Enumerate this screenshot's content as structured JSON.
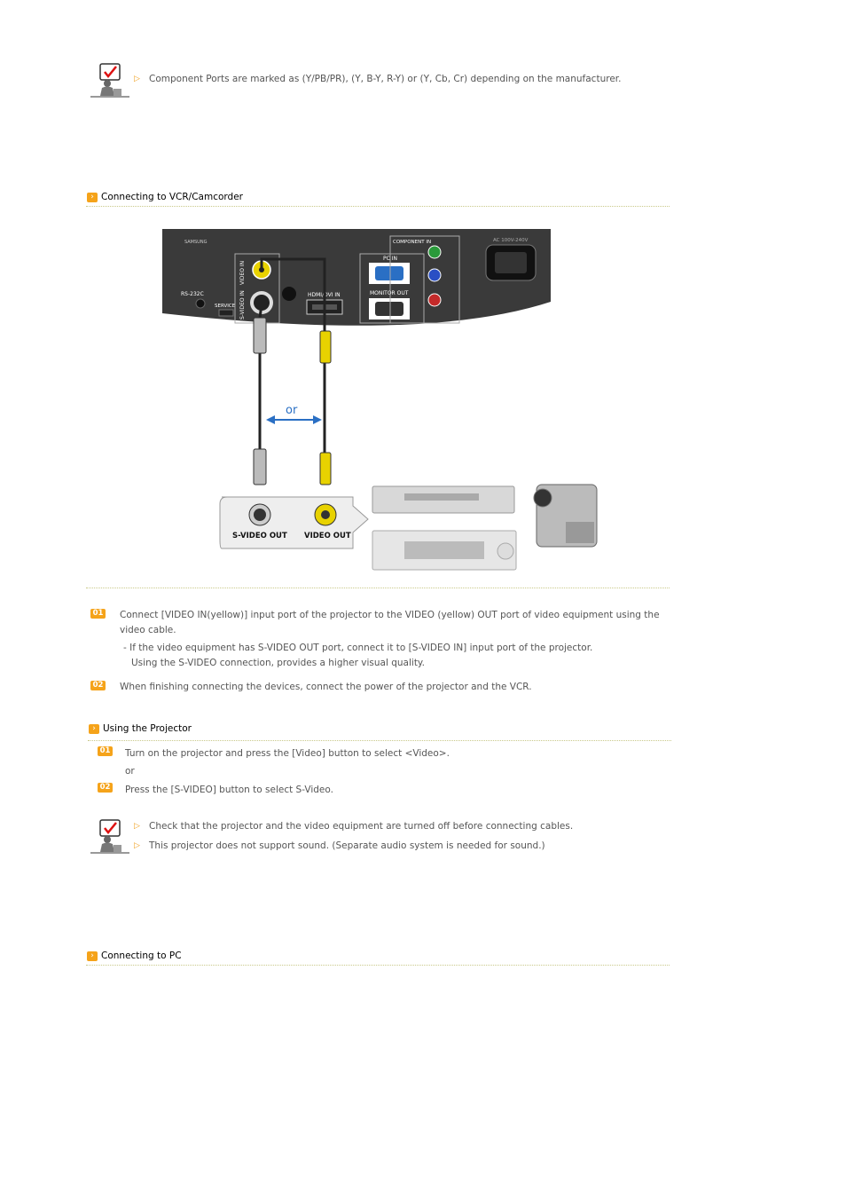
{
  "note_top": {
    "text": "Component Ports are marked as (Y/PB/PR), (Y, B-Y, R-Y) or (Y, Cb, Cr) depending on the manufacturer."
  },
  "section_vcr": {
    "title": "Connecting to VCR/Camcorder"
  },
  "diagram": {
    "brand": "SAMSUNG",
    "rs232c": "RS-232C",
    "service": "SERVICE",
    "video_in": "VIDEO IN",
    "s_video_in": "S-VIDEO IN",
    "hdmi_dvi_in": "HDMI/DVI IN",
    "pc_in": "PC IN",
    "monitor_out": "MONITOR OUT",
    "component_in": "COMPONENT IN",
    "ac": "AC 100V-240V",
    "or": "or",
    "s_video_out": "S-VIDEO OUT",
    "video_out": "VIDEO OUT"
  },
  "steps_vcr": [
    {
      "num": "01",
      "line1": "Connect [VIDEO IN(yellow)] input port of the projector to the VIDEO (yellow) OUT port of video equipment using the",
      "line2": "video cable.",
      "sub1": "- If the video equipment has S-VIDEO OUT port, connect it to [S-VIDEO IN] input port of the projector.",
      "sub2": "Using the S-VIDEO connection, provides a higher visual quality."
    },
    {
      "num": "02",
      "line1": "When finishing connecting the devices, connect the power of the projector and the VCR."
    }
  ],
  "section_using": {
    "title": "Using the Projector"
  },
  "steps_using": [
    {
      "num": "01",
      "text": "Turn on the projector and press the [Video] button to select <Video>."
    },
    {
      "num": "02",
      "text": "Press the [S-VIDEO] button to select S-Video."
    }
  ],
  "or_text": "or",
  "note_bottom": {
    "line1": "Check that the projector and the video equipment are turned off before connecting cables.",
    "line2": "This projector does not support sound. (Separate audio system is needed for sound.)"
  },
  "section_pc": {
    "title": "Connecting to PC"
  },
  "colors": {
    "accent": "#f5a31a",
    "rule": "#c9c98a",
    "projector": "#3a3a3a"
  }
}
